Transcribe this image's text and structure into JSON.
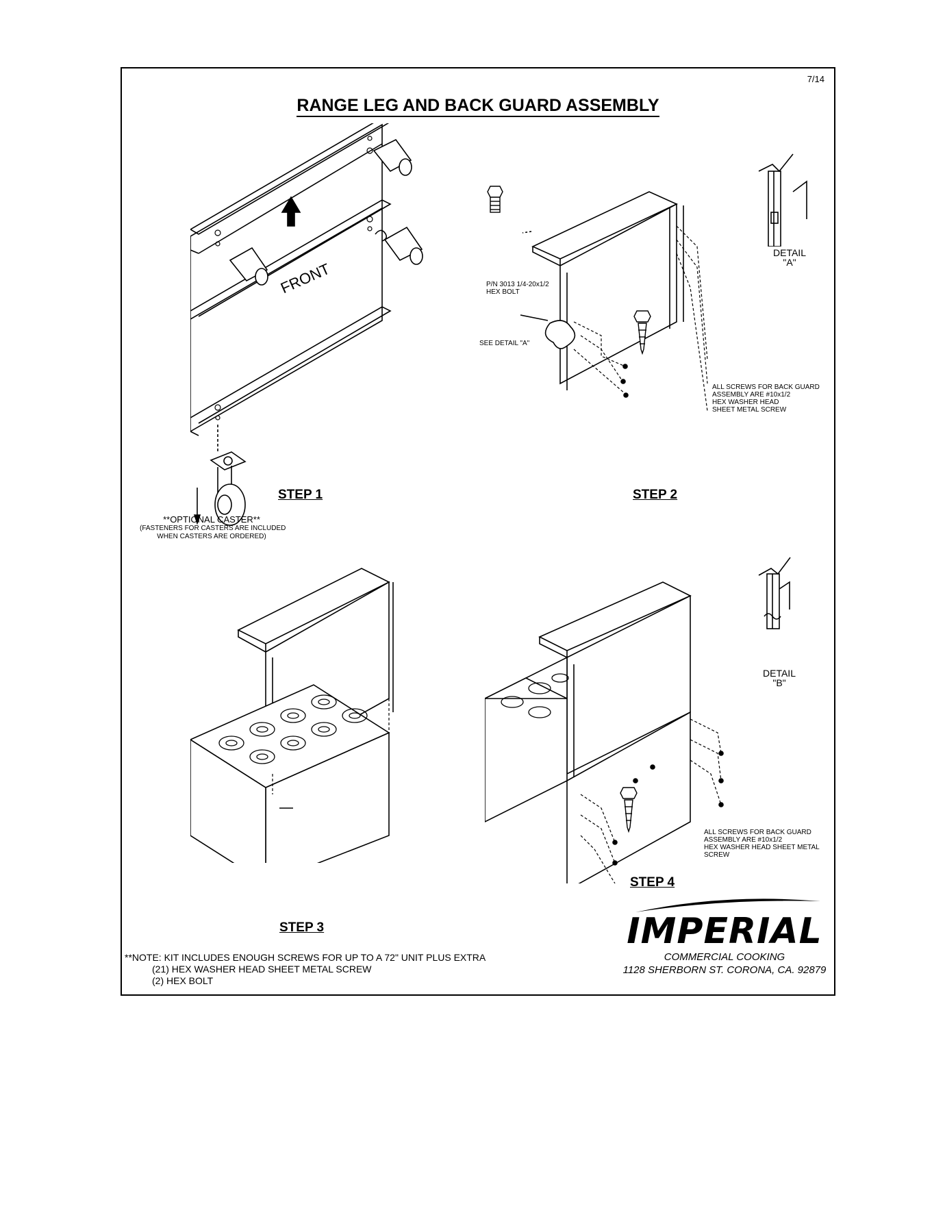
{
  "page": {
    "page_number": "7/14",
    "title": "RANGE LEG AND BACK GUARD ASSEMBLY"
  },
  "step1": {
    "label": "STEP 1",
    "front_label": "FRONT",
    "caster_title": "**OPTIONAL CASTER**",
    "caster_note_line1": "(FASTENERS FOR CASTERS ARE INCLUDED",
    "caster_note_line2": "WHEN CASTERS ARE ORDERED)"
  },
  "step2": {
    "label": "STEP 2",
    "bolt_line1": "P/N 3013 1/4-20x1/2",
    "bolt_line2": "HEX BOLT",
    "see_detail": "SEE DETAIL \"A\"",
    "detail_line1": "DETAIL",
    "detail_line2": "\"A\"",
    "screws_line1": "ALL SCREWS FOR BACK GUARD",
    "screws_line2": "ASSEMBLY ARE #10x1/2",
    "screws_line3": "HEX WASHER HEAD",
    "screws_line4": "SHEET METAL SCREW"
  },
  "step3": {
    "label": "STEP 3"
  },
  "step4": {
    "label": "STEP 4",
    "detail_line1": "DETAIL",
    "detail_line2": "\"B\"",
    "screws_line1": "ALL SCREWS FOR BACK GUARD",
    "screws_line2": "ASSEMBLY ARE  #10x1/2",
    "screws_line3": "HEX WASHER HEAD SHEET METAL",
    "screws_line4": "SCREW"
  },
  "note": {
    "line1": "**NOTE: KIT INCLUDES ENOUGH SCREWS FOR UP TO A 72\" UNIT PLUS EXTRA",
    "line2": "(21) HEX WASHER HEAD SHEET METAL SCREW",
    "line3": "(2) HEX BOLT"
  },
  "brand": {
    "logo": "IMPERIAL",
    "tagline": "COMMERCIAL COOKING",
    "address": "1128 SHERBORN ST. CORONA, CA. 92879"
  }
}
